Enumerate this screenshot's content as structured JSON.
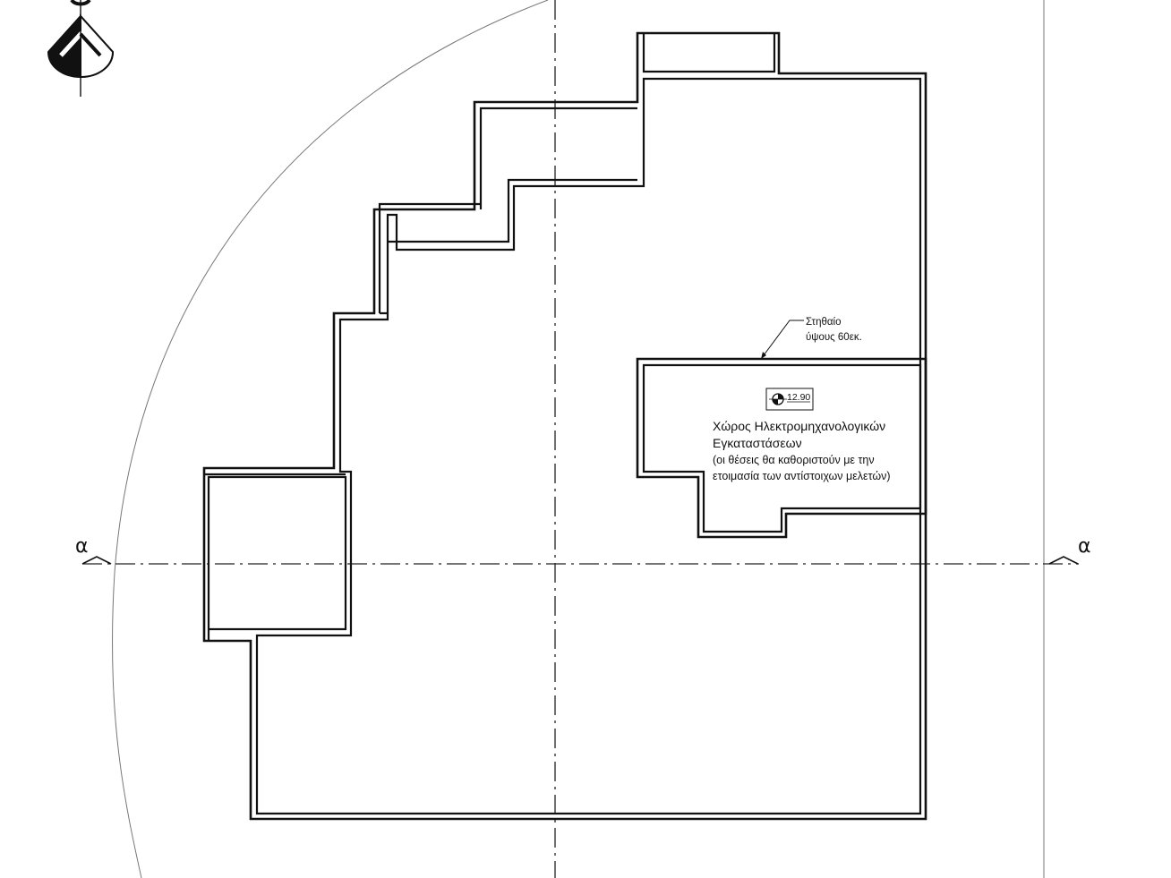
{
  "section_marks": {
    "left": "α",
    "right": "α"
  },
  "parapet_note": {
    "line1": "Στηθαίο",
    "line2": "ύψους 60εκ."
  },
  "level_mark": "12.90",
  "room": {
    "title_line1": "Χώρος Ηλεκτρομηχανολογικών",
    "title_line2": "Εγκαταστάσεων",
    "note_line1": "(οι θέσεις θα καθοριστούν με την",
    "note_line2": "ετοιμασία των αντίστοιχων μελετών)"
  },
  "colors": {
    "line": "#111111",
    "background": "#ffffff"
  }
}
